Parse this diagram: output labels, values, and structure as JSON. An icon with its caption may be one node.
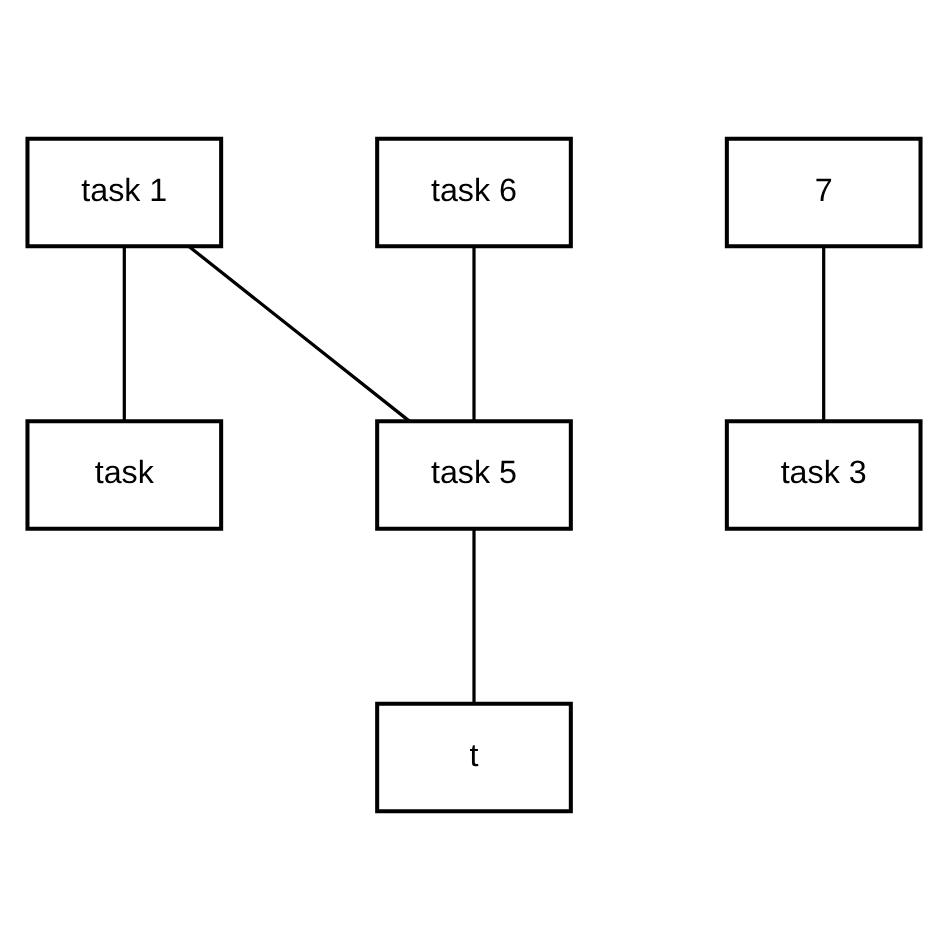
{
  "diagram": {
    "nodes": [
      {
        "text": [
          "task 1"
        ]
      },
      {
        "text": [
          "7"
        ]
      },
      {
        "text": [
          "task"
        ]
      },
      {
        "text": [
          "task 3"
        ]
      },
      {
        "text": [
          "t"
        ]
      },
      {
        "text": [
          "task 6"
        ]
      },
      {
        "text": [
          "task 5"
        ]
      }
    ],
    "edges": [
      {
        "from": 0,
        "to": 2,
        "arrow": "none"
      },
      {
        "from": 0,
        "to": 6,
        "arrow": "none"
      },
      {
        "from": 1,
        "to": 3,
        "arrow": "none"
      },
      {
        "from": 5,
        "to": 6,
        "arrow": "none"
      },
      {
        "from": 6,
        "to": 4,
        "arrow": "none"
      }
    ]
  }
}
